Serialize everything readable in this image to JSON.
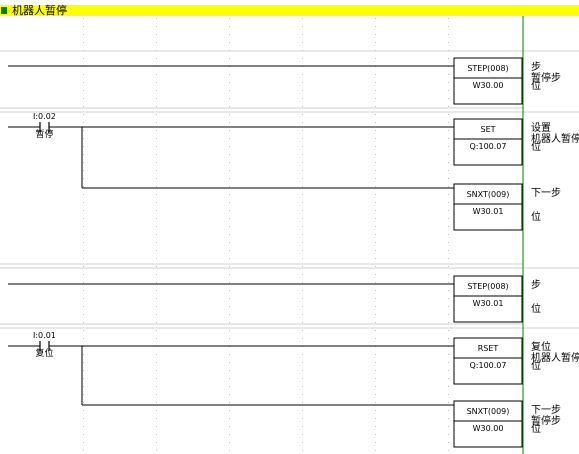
{
  "title": "机器人暂停",
  "colors": {
    "title_bar": "#ffff00",
    "title_marker": "#008000",
    "right_rail": "#008000",
    "rung_separator": "#d0d0d0",
    "grid_dot": "#bbbbbb",
    "wire": "#000000"
  },
  "rungs": [
    {
      "instructions": [
        {
          "name": "STEP(008)",
          "operand": "W30.00",
          "comment": [
            "步",
            "暂停步",
            "位"
          ]
        }
      ]
    },
    {
      "contact": {
        "address": "I:0.02",
        "label": "暂停"
      },
      "instructions": [
        {
          "name": "SET",
          "operand": "Q:100.07",
          "comment": [
            "设置",
            "机器人暂停",
            "位"
          ]
        },
        {
          "name": "SNXT(009)",
          "operand": "W30.01",
          "comment": [
            "下一步",
            "位"
          ]
        }
      ]
    },
    {
      "instructions": [
        {
          "name": "STEP(008)",
          "operand": "W30.01",
          "comment": [
            "步",
            "位"
          ]
        }
      ]
    },
    {
      "contact": {
        "address": "I:0.01",
        "label": "复位"
      },
      "instructions": [
        {
          "name": "RSET",
          "operand": "Q:100.07",
          "comment": [
            "复位",
            "机器人暂停",
            "位"
          ]
        },
        {
          "name": "SNXT(009)",
          "operand": "W30.00",
          "comment": [
            "下一步",
            "暂停步",
            "位"
          ]
        }
      ]
    }
  ]
}
